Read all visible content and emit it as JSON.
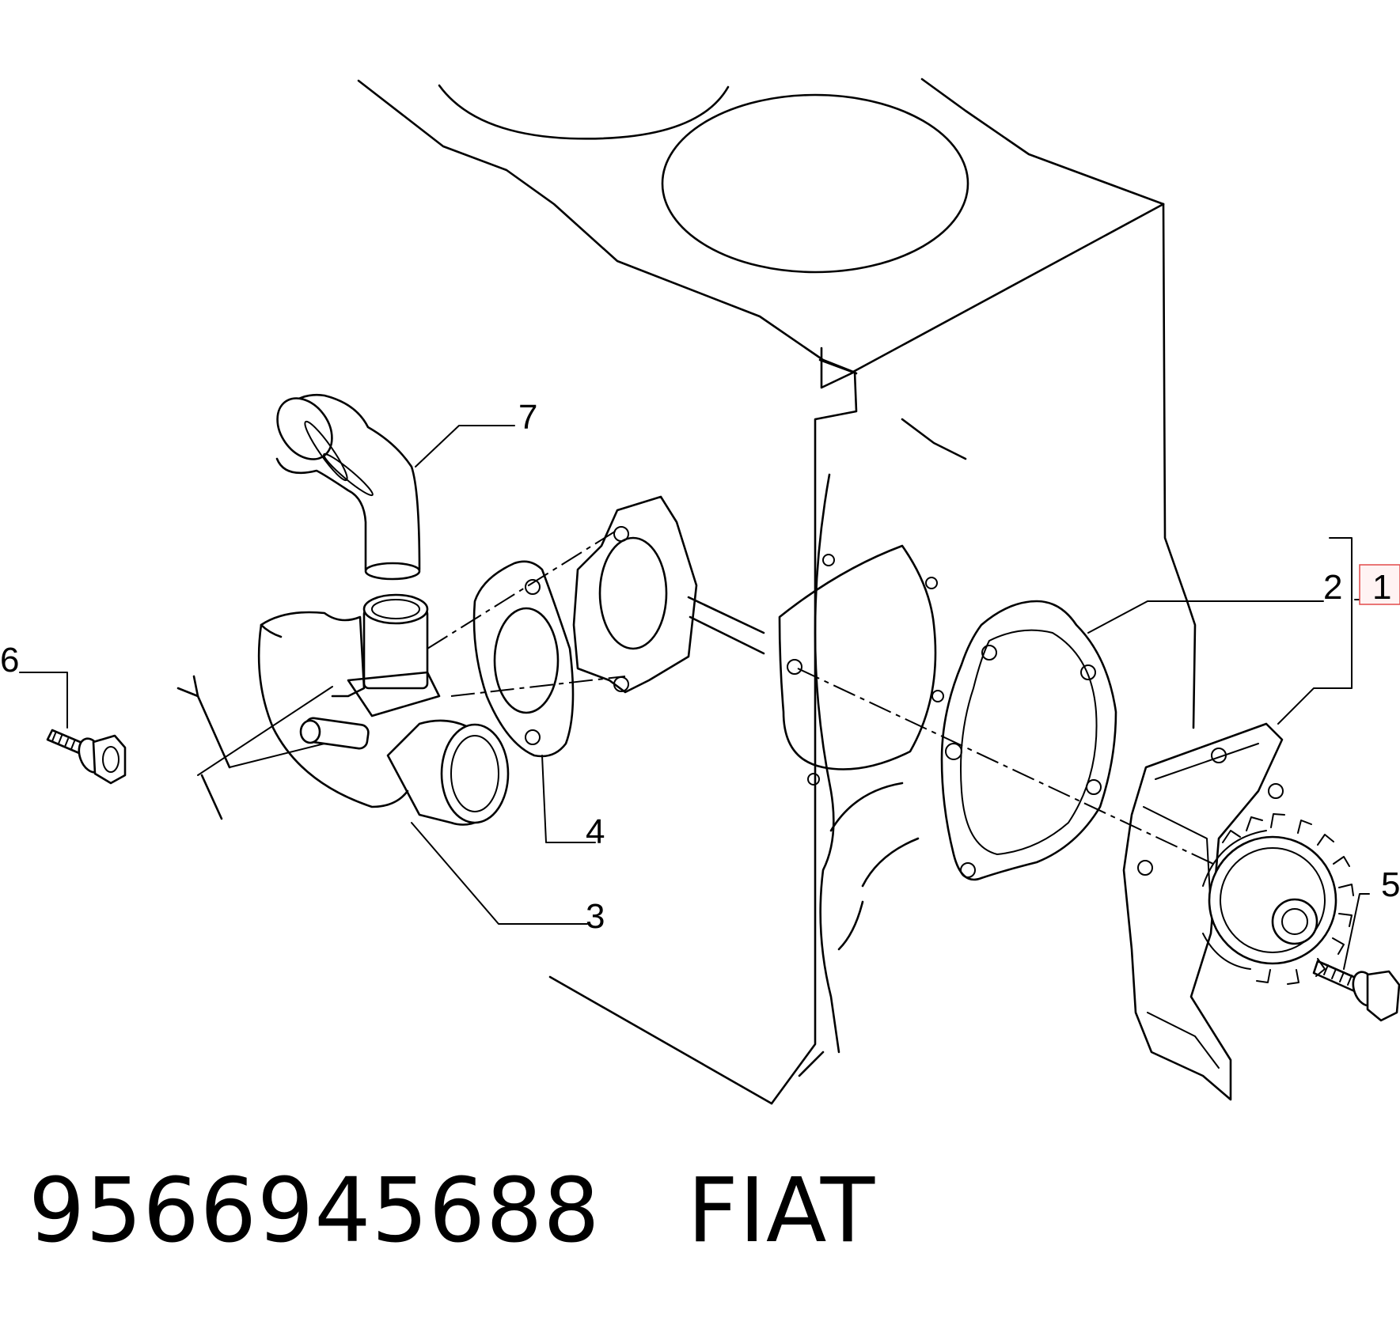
{
  "caption": {
    "part_number": "9566945688",
    "brand": "FIAT"
  },
  "callouts": [
    {
      "id": "1",
      "label": "1",
      "highlighted": true,
      "highlight_color": "#e24a4a"
    },
    {
      "id": "2",
      "label": "2"
    },
    {
      "id": "3",
      "label": "3"
    },
    {
      "id": "4",
      "label": "4"
    },
    {
      "id": "5",
      "label": "5"
    },
    {
      "id": "6",
      "label": "6"
    },
    {
      "id": "7",
      "label": "7"
    }
  ]
}
